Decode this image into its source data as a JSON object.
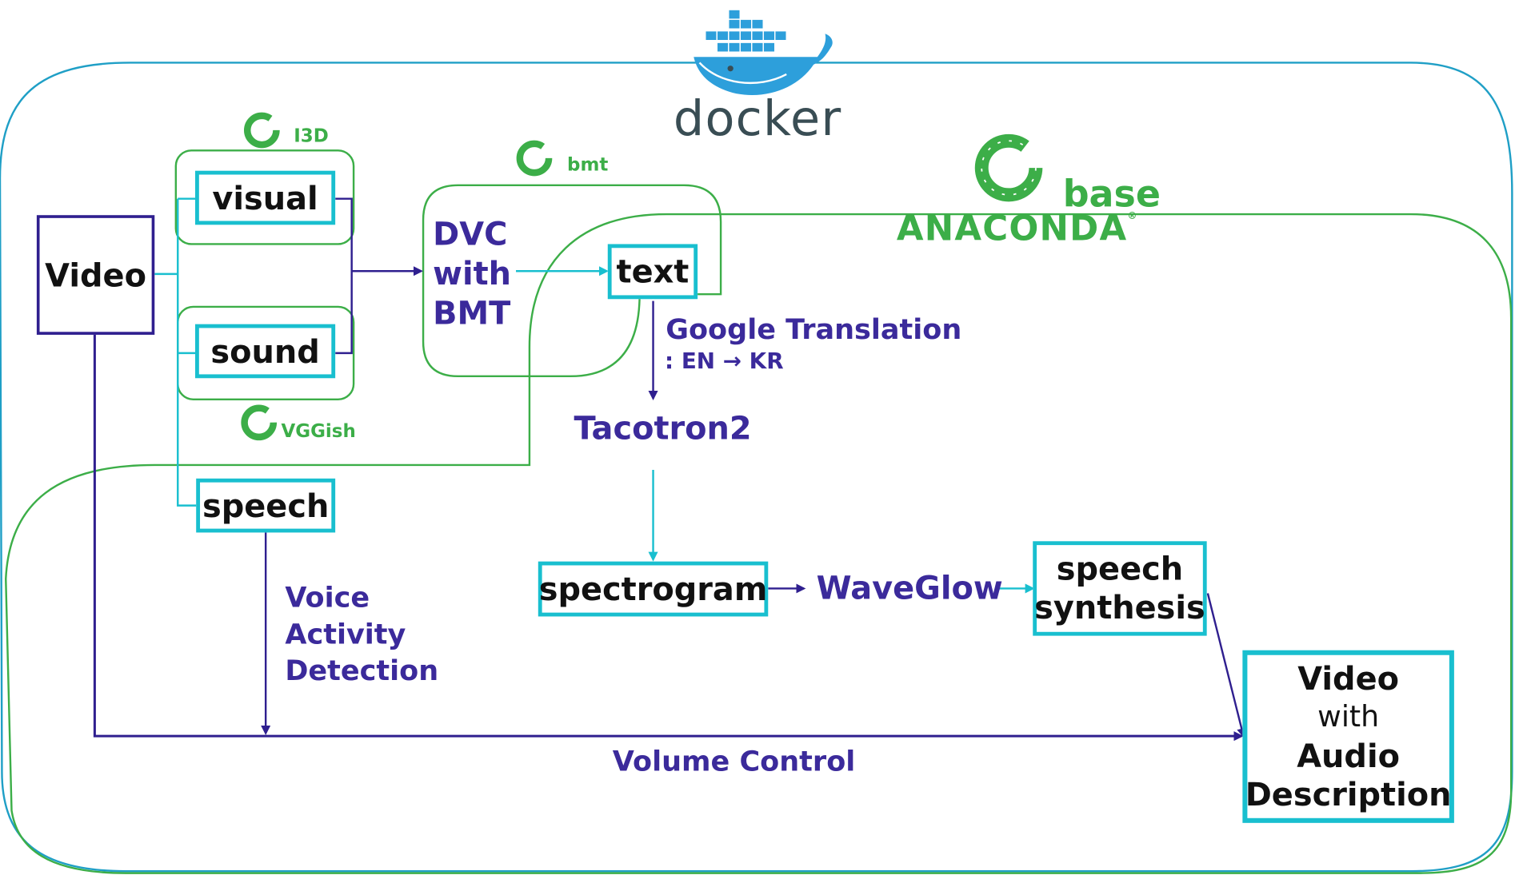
{
  "docker": {
    "wordmark": "docker"
  },
  "anaconda": {
    "env_name": "base",
    "wordmark": "ANACONDA",
    "registered_mark": "®"
  },
  "envs": {
    "i3d": "I3D",
    "bmt": "bmt",
    "vggish": "VGGish"
  },
  "nodes": {
    "video": "Video",
    "visual": "visual",
    "sound": "sound",
    "speech": "speech",
    "dvc": [
      "DVC",
      "with",
      "BMT"
    ],
    "text": "text",
    "tacotron": "Tacotron2",
    "spectrogram": "spectrogram",
    "waveglow": "WaveGlow",
    "speech_synthesis": [
      "speech",
      "synthesis"
    ],
    "output": [
      "Video",
      "with",
      "Audio",
      "Description"
    ]
  },
  "edges": {
    "translation": "Google Translation",
    "translation_sub": ": EN → KR",
    "vad": [
      "Voice",
      "Activity",
      "Detection"
    ],
    "volume": "Volume Control"
  },
  "colors": {
    "cyan": "#19bfcf",
    "navy": "#2f1f8f",
    "purple_text": "#3b2a9b",
    "anaconda_green": "#3cae48",
    "docker_blue": "#2d9fdb",
    "docker_dark": "#394d54"
  }
}
